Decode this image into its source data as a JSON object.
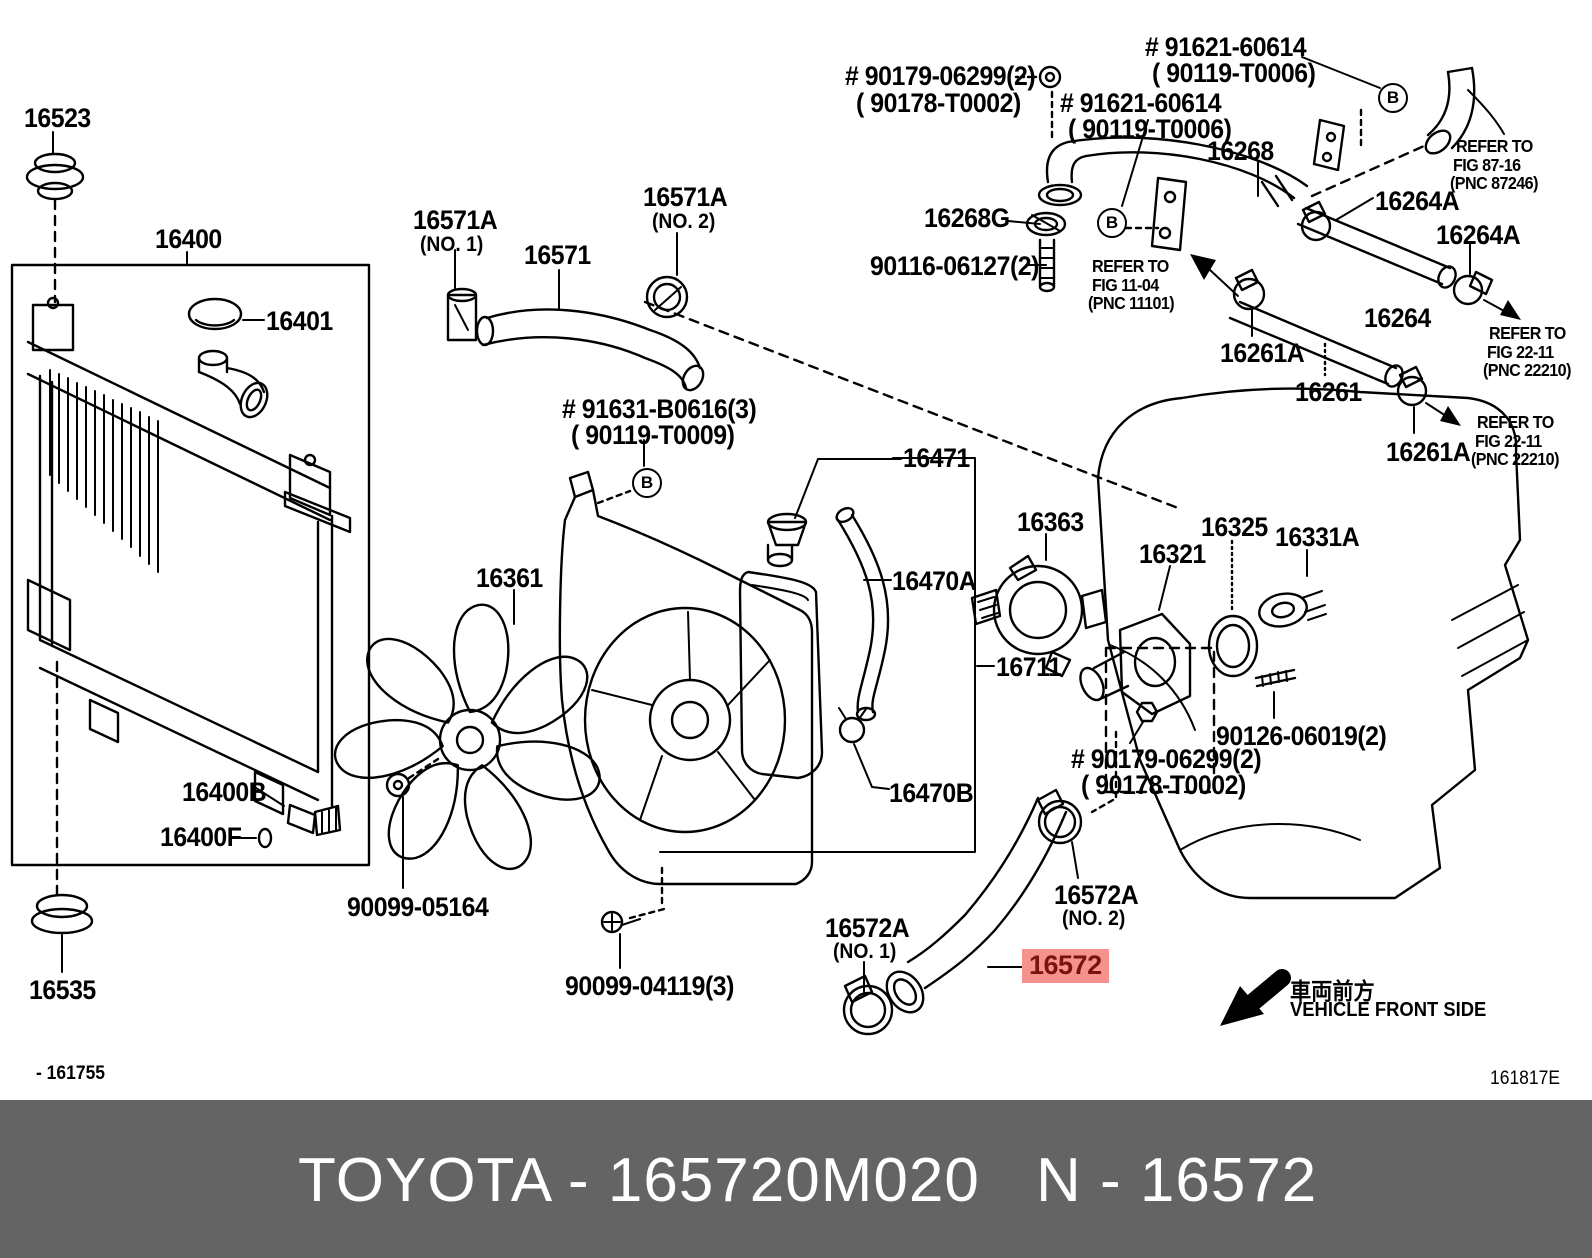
{
  "labels": {
    "p16523": "16523",
    "p16400": "16400",
    "p16401": "16401",
    "p16571a": "16571A",
    "no1": "(NO. 1)",
    "no2": "(NO. 2)",
    "p16571": "16571",
    "h90179": "# 90179-06299(2)",
    "h90178": "( 90178-T0002)",
    "h91621": "# 91621-60614",
    "h90119t0006": "( 90119-T0006)",
    "p16268": "16268",
    "p16268g": "16268G",
    "p90116": "90116-06127(2)",
    "p16264a": "16264A",
    "p16264": "16264",
    "p16261a": "16261A",
    "p16261": "16261",
    "h91631": "# 91631-B0616(3)",
    "h90119t0009": "( 90119-T0009)",
    "p16471": "16471",
    "p16470a": "16470A",
    "p16470b": "16470B",
    "p16361": "16361",
    "p16711": "16711",
    "p16363": "16363",
    "p16321": "16321",
    "p16325": "16325",
    "p16331a": "16331A",
    "p90126": "90126-06019(2)",
    "p16572a": "16572A",
    "p90099_04119": "90099-04119(3)",
    "p90099_05164": "90099-05164",
    "p16400b": "16400B",
    "p16400f": "16400F",
    "p16535": "16535",
    "bmark": "B"
  },
  "refer": {
    "line1": "REFER TO",
    "fig_11_04": "FIG 11-04",
    "pnc_11101": "(PNC 11101)",
    "fig_87_16": "FIG 87-16",
    "pnc_87246": "(PNC 87246)",
    "fig_22_11": "FIG 22-11",
    "pnc_22210": "(PNC 22210)"
  },
  "front_marker": {
    "jp": "車両前方",
    "en": "VEHICLE FRONT SIDE"
  },
  "doc_codes": {
    "left": "- 161755",
    "right": "161817E"
  },
  "footer": {
    "brand_part": "TOYOTA - 165720M020",
    "catalog_no": "N - 16572"
  },
  "highlight": {
    "part": "16572",
    "bg": "#f5928d",
    "fg": "#7c130b"
  },
  "colors": {
    "line": "#000000",
    "bg": "#ffffff",
    "footer_bg": "#646464",
    "footer_fg": "#ffffff"
  }
}
